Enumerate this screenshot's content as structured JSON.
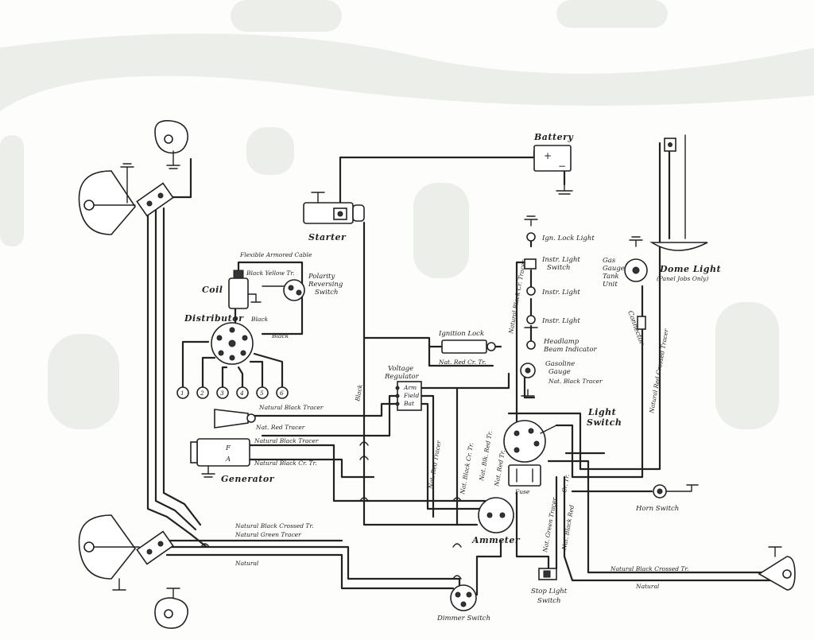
{
  "components": {
    "battery": "Battery",
    "battery_pos": "+",
    "battery_neg": "−",
    "starter": "Starter",
    "dome_light": "Dome Light",
    "dome_light_note": "(Panel Jobs Only)",
    "ign_lock_light": "Ign. Lock Light",
    "instr_light_switch_1": "Instr. Light",
    "instr_light_switch_2": "Switch",
    "gas_gauge_1": "Gas",
    "gas_gauge_2": "Gauge",
    "gas_gauge_3": "Tank",
    "gas_gauge_4": "Unit",
    "instr_light_1": "Instr. Light",
    "instr_light_2": "Instr. Light",
    "coil": "Coil",
    "polarity_1": "Polarity",
    "polarity_2": "Reversing",
    "polarity_3": "Switch",
    "distributor": "Distributor",
    "ignition_lock": "Ignition Lock",
    "headlamp_beam_1": "Headlamp",
    "headlamp_beam_2": "Beam Indicator",
    "gasoline_gauge_1": "Gasoline",
    "gasoline_gauge_2": "Gauge",
    "connector": "Connector",
    "voltage_regulator_1": "Voltage",
    "voltage_regulator_2": "Regulator",
    "reg_arm": "Arm",
    "reg_field": "Field",
    "reg_bat": "Bat",
    "light_switch_1": "Light",
    "light_switch_2": "Switch",
    "fuse": "Fuse",
    "generator": "Generator",
    "gen_f": "F",
    "gen_a": "A",
    "horn_switch": "Horn Switch",
    "ammeter": "Ammeter",
    "stop_light_1": "Stop Light",
    "stop_light_2": "Switch",
    "dimmer_switch": "Dimmer Switch",
    "terminals": [
      "1",
      "2",
      "3",
      "4",
      "5",
      "6"
    ]
  },
  "wire_labels": {
    "flexible_armored": "Flexible Armored Cable",
    "black_yellow": "Black Yellow Tr.",
    "black_1": "Black",
    "black_2": "Black",
    "black_3": "Black",
    "nat_black_cr_tr_1": "Natural Black Cr. Tracer",
    "nat_red_cr_tr": "Nat. Red Cr. Tr.",
    "nat_black_tracer_1": "Nat. Black Tracer",
    "natural_red_crossed": "Natural Red Crossed Tracer",
    "natural_black_tracer_2": "Natural Black Tracer",
    "nat_red_tracer_1": "Nat. Red Tracer",
    "natural_black_tracer_3": "Natural Black Tracer",
    "natural_black_cr_tr_2": "Natural Black Cr. Tr.",
    "nat_red_tracer_2": "Nat. Red Tracer",
    "nat_black_cr_tr_2": "Nat. Black Cr. Tr.",
    "nat_blk_red_tr": "Nat. Blk. Red Tr.",
    "nat_red_tr": "Nat. Red Tr.",
    "nat_green_tracer": "Nat. Green Tracer",
    "nat_black_red": "Nat. Black Red",
    "cr_tr": "Cr. Tr.",
    "natural_black_crossed_1": "Natural Black Crossed Tr.",
    "natural_green_tracer": "Natural Green Tracer",
    "natural_1": "Natural",
    "natural_black_crossed_2": "Natural Black Crossed Tr.",
    "natural_2": "Natural"
  }
}
